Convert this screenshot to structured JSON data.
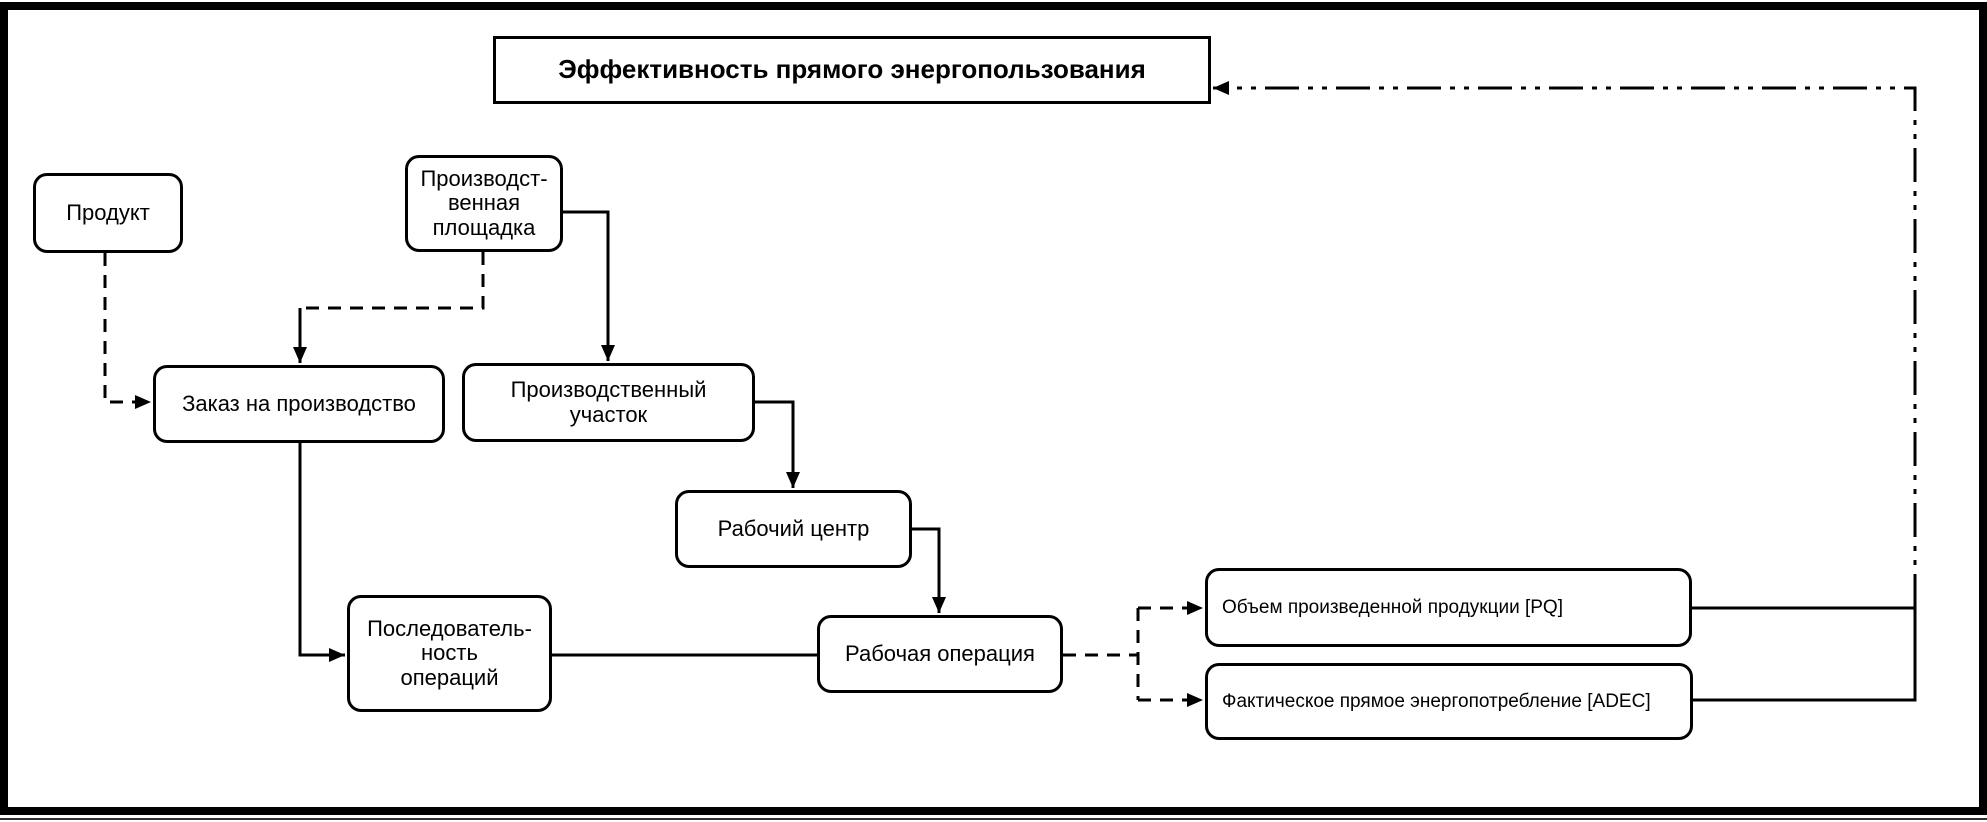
{
  "colors": {
    "ink": "#000000",
    "background": "#ffffff"
  },
  "diagram": {
    "title": "Эффективность прямого энергопользования",
    "nodes": {
      "product": "Продукт",
      "production_site": "Производст-\nвенная\nплощадка",
      "production_order": "Заказ на производство",
      "production_section": "Производственный\nучасток",
      "work_center": "Рабочий центр",
      "operation_sequence": "Последователь-\nность\nопераций",
      "work_operation": "Рабочая операция",
      "produced_volume": "Объем произведенной продукции [PQ]",
      "actual_consumption": "Фактическое прямое энергопотребление [ADEC]"
    }
  }
}
